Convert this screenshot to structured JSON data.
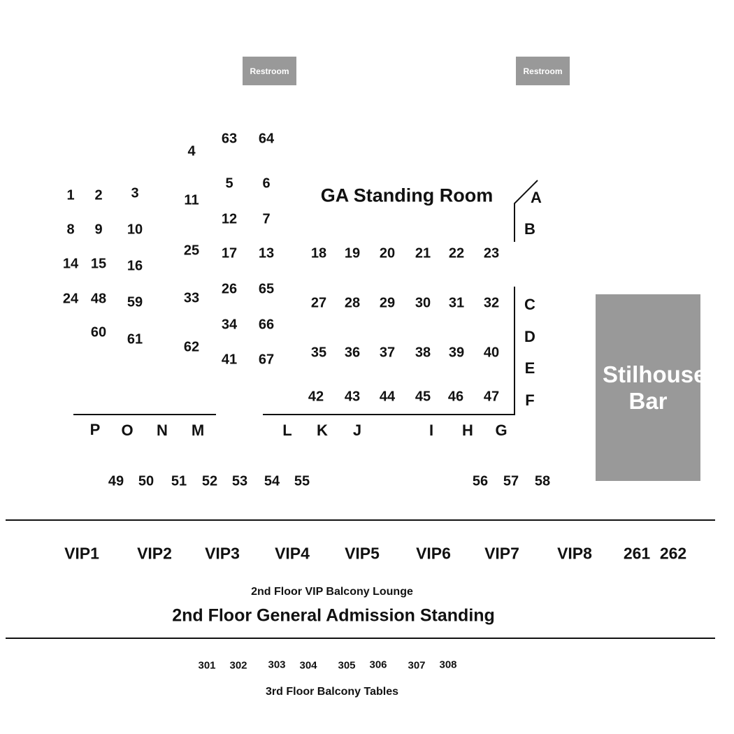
{
  "restrooms": [
    "Restroom",
    "Restroom"
  ],
  "ga_label": "GA Standing Room",
  "bar_label": "Stilhouse Bar",
  "tables": [
    "1",
    "2",
    "3",
    "4",
    "8",
    "9",
    "10",
    "11",
    "14",
    "15",
    "16",
    "24",
    "48",
    "59",
    "60",
    "61",
    "25",
    "33",
    "62",
    "63",
    "64",
    "5",
    "6",
    "12",
    "7",
    "17",
    "13",
    "26",
    "65",
    "34",
    "66",
    "41",
    "67",
    "18",
    "19",
    "20",
    "21",
    "22",
    "23",
    "27",
    "28",
    "29",
    "30",
    "31",
    "32",
    "35",
    "36",
    "37",
    "38",
    "39",
    "40",
    "42",
    "43",
    "44",
    "45",
    "46",
    "47",
    "49",
    "50",
    "51",
    "52",
    "53",
    "54",
    "55",
    "56",
    "57",
    "58"
  ],
  "rows": [
    "A",
    "B",
    "C",
    "D",
    "E",
    "F",
    "P",
    "O",
    "N",
    "M",
    "L",
    "K",
    "J",
    "I",
    "H",
    "G"
  ],
  "vip": [
    "VIP1",
    "VIP2",
    "VIP3",
    "VIP4",
    "VIP5",
    "VIP6",
    "VIP7",
    "VIP8",
    "261",
    "262"
  ],
  "second_floor": {
    "lounge": "2nd Floor VIP Balcony Lounge",
    "standing": "2nd Floor General Admission Standing"
  },
  "third_floor": {
    "tables": [
      "301",
      "302",
      "303",
      "304",
      "305",
      "306",
      "307",
      "308"
    ],
    "caption": "3rd Floor Balcony Tables"
  }
}
